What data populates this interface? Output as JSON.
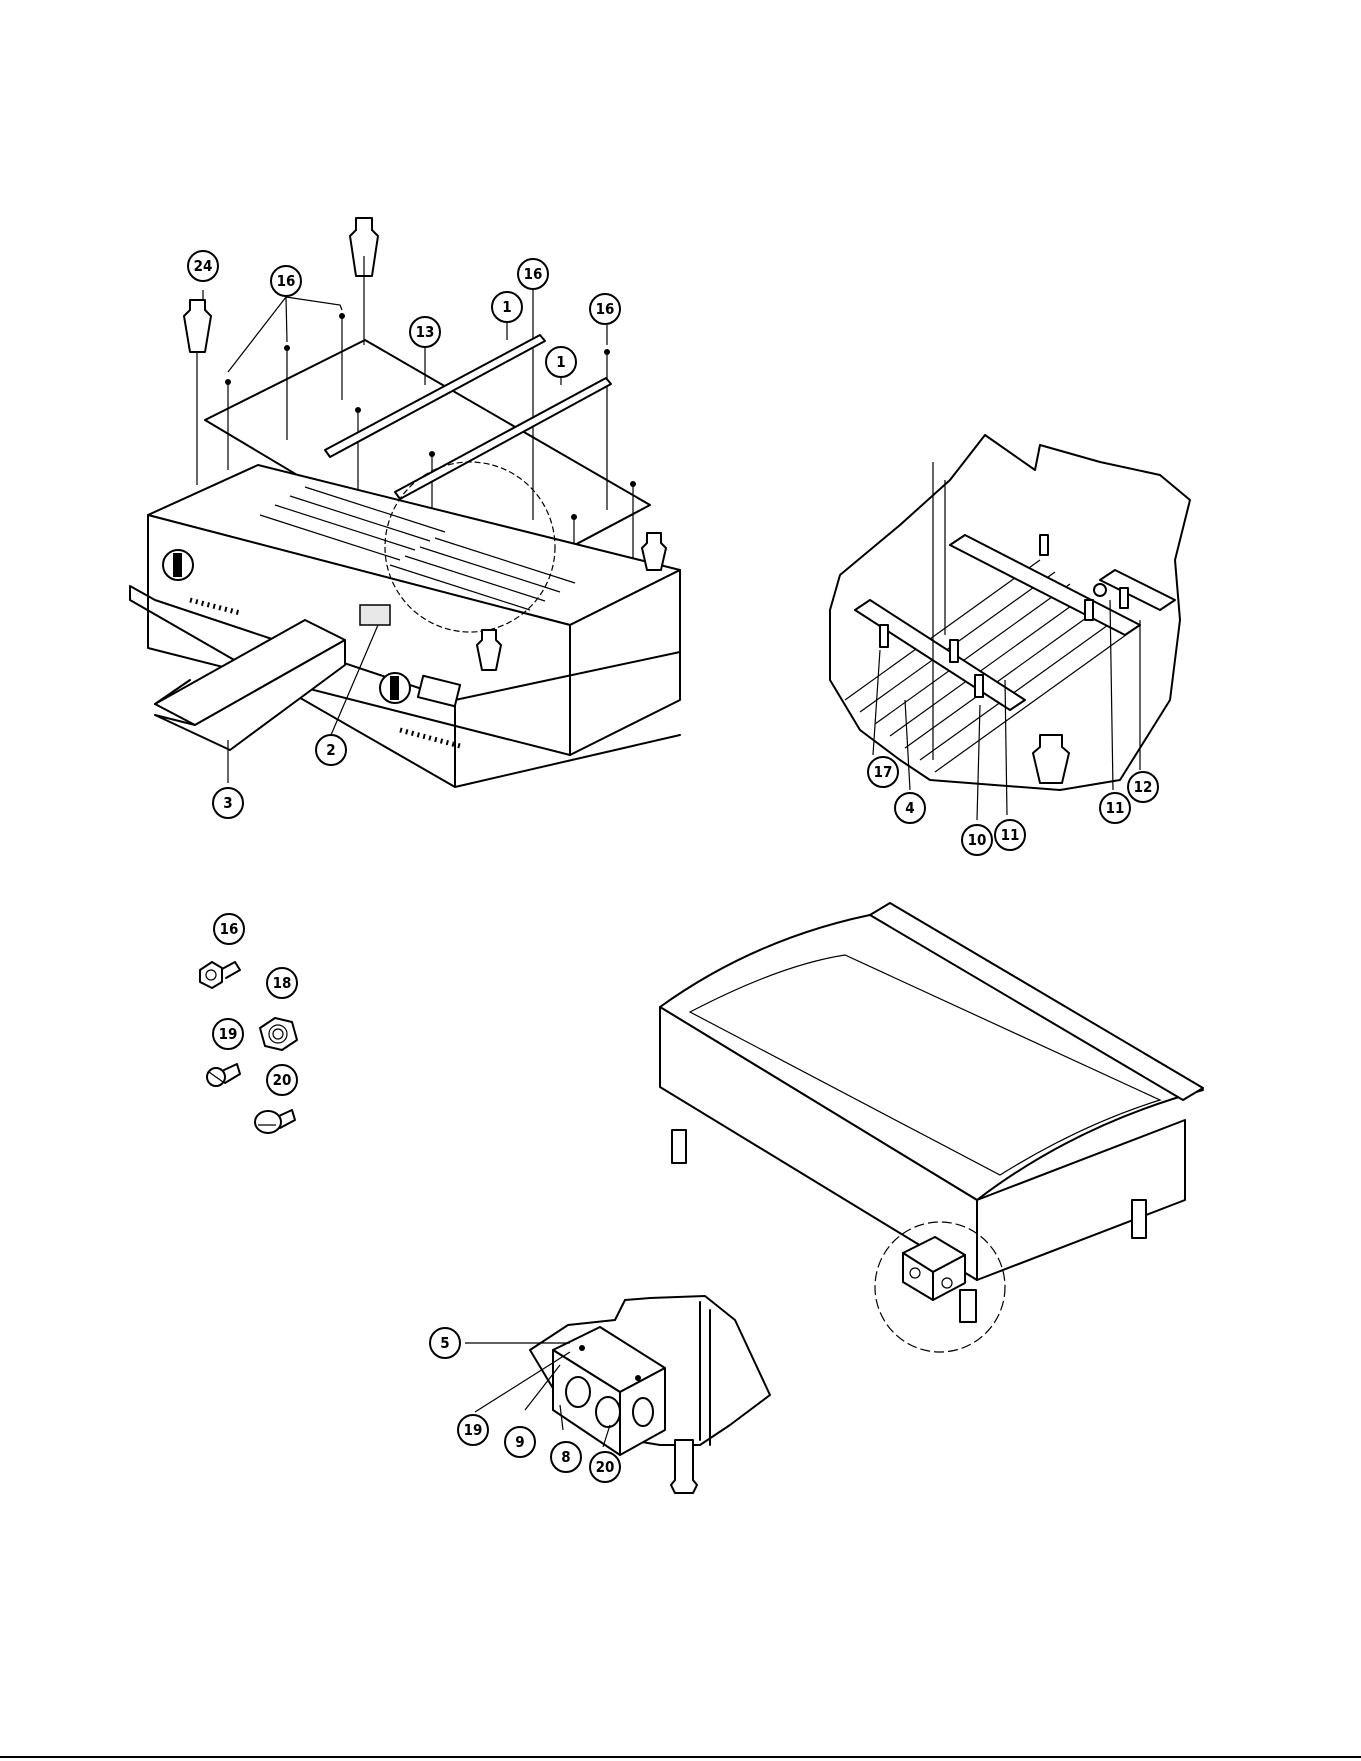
{
  "callouts": {
    "c1a": "1",
    "c1b": "1",
    "c2": "2",
    "c3": "3",
    "c4": "4",
    "c5": "5",
    "c8": "8",
    "c9": "9",
    "c10": "10",
    "c11a": "11",
    "c11b": "11",
    "c12": "12",
    "c13": "13",
    "c16a": "16",
    "c16b": "16",
    "c16c": "16",
    "c16d": "16",
    "c17": "17",
    "c18": "18",
    "c19a": "19",
    "c19b": "19",
    "c20a": "20",
    "c20b": "20",
    "c24": "24"
  }
}
